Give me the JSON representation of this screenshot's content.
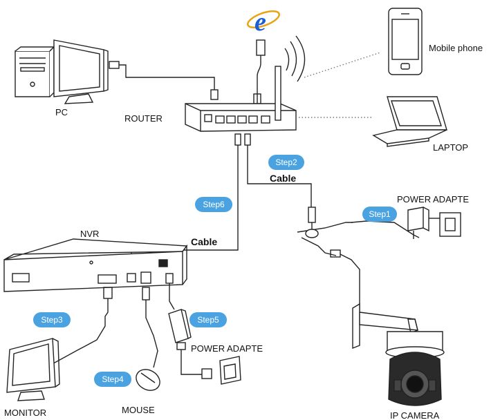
{
  "colors": {
    "step_fill": "#4aa3e0",
    "line": "#222222",
    "ie_blue": "#1a5fd6"
  },
  "labels": {
    "pc": "PC",
    "router": "ROUTER",
    "mobile_phone": "Mobile phone",
    "laptop": "LAPTOP",
    "power_adapter_camera": "POWER ADAPTE",
    "nvr": "NVR",
    "cable_router_nvr": "Cable",
    "cable_router_camera": "Cable",
    "power_adapter_nvr": "POWER ADAPTE",
    "monitor": "MONITOR",
    "mouse": "MOUSE",
    "ip_camera": "IP CAMERA",
    "ie_logo": "e"
  },
  "steps": {
    "step1": "Step1",
    "step2": "Step2",
    "step3": "Step3",
    "step4": "Step4",
    "step5": "Step5",
    "step6": "Step6"
  }
}
